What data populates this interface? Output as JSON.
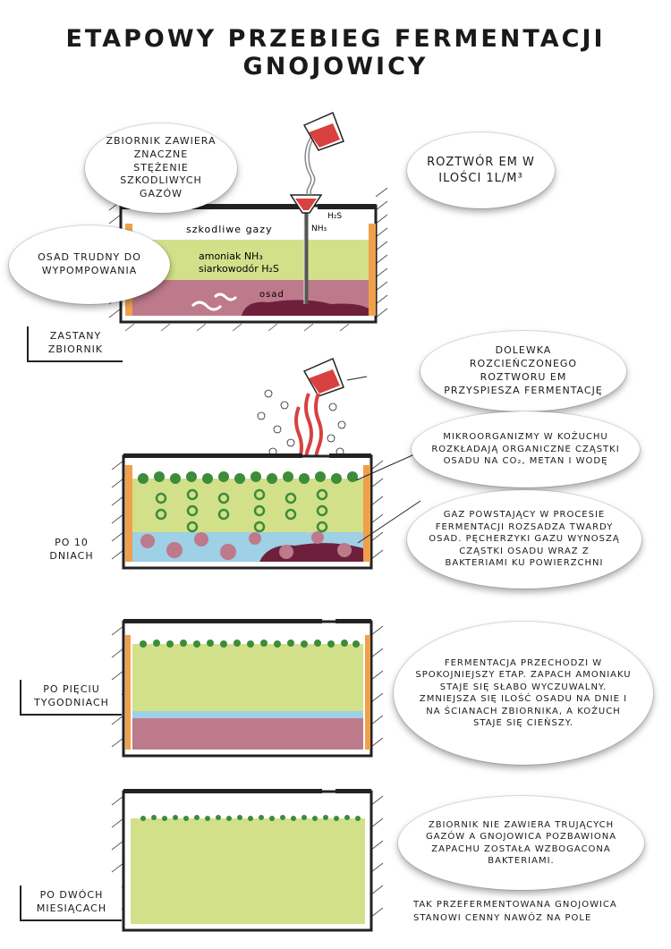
{
  "title": "Etapowy przebieg fermentacji gnojowicy",
  "stage1": {
    "label_line1": "zastany",
    "label_line2": "zbiornik",
    "bubble_gases": "zbiornik zawiera znaczne stężenie szkodliwych gazów",
    "bubble_sediment": "osad trudny do wypompowania",
    "bubble_em": "Roztwór EM w ilości 1L/m³",
    "gases_label": "szkodliwe gazy",
    "ammonia_label": "amoniak NH₃",
    "h2s_label": "siarkowodór H₂S",
    "sediment_label": "osad",
    "nh3_tag": "NH₃",
    "h2s_tag": "H₂S"
  },
  "stage2": {
    "label_line1": "po 10",
    "label_line2": "dniach",
    "bubble_dose": "dolewka rozcieńczonego roztworu EM przyspiesza fermentację",
    "bubble_micro": "mikroorganizmy w kożuchu rozkładają organiczne cząstki osadu na CO₂, metan i wodę",
    "bubble_gas": "gaz powstający w procesie fermentacji rozsadza twardy osad. pęcherzyki gazu wynoszą cząstki osadu wraz z bakteriami ku powierzchni"
  },
  "stage3": {
    "label_line1": "po pięciu",
    "label_line2": "tygodniach",
    "bubble_text": "fermentacja przechodzi w spokojniejszy etap. zapach amoniaku staje się słabo wyczuwalny. zmniejsza się ilość osadu na dnie i na ścianach zbiornika, a kożuch staje się cieńszy."
  },
  "stage4": {
    "label_line1": "po dwóch",
    "label_line2": "miesiącach",
    "bubble_text": "zbiornik nie zawiera trujących gazów a gnojowica pozbawiona zapachu została wzbogacona bakteriami."
  },
  "footer": "tak przefermentowana gnojowica stanowi cenny nawóz na pole",
  "colors": {
    "liquid": "#d3e08a",
    "sediment": "#bd7a8b",
    "dark_sediment": "#6e1f3b",
    "wall_orange": "#f0a04b",
    "water_blue": "#9ed0e6",
    "scum_green": "#3c8c3a",
    "em_red": "#d94040"
  }
}
